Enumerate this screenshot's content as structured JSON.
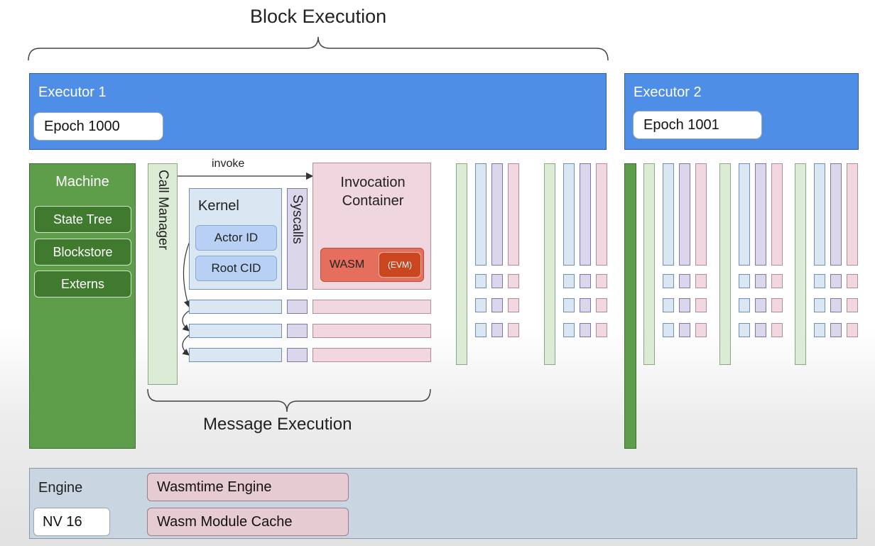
{
  "titles": {
    "block_execution": "Block Execution",
    "message_execution": "Message Execution"
  },
  "executor1": {
    "label": "Executor 1",
    "epoch": "Epoch 1000"
  },
  "executor2": {
    "label": "Executor 2",
    "epoch": "Epoch 1001"
  },
  "machine": {
    "label": "Machine",
    "items": [
      "State Tree",
      "Blockstore",
      "Externs"
    ]
  },
  "call_manager": {
    "label": "Call Manager"
  },
  "invoke_label": "invoke",
  "kernel": {
    "label": "Kernel",
    "items": [
      "Actor ID",
      "Root CID"
    ]
  },
  "syscalls": {
    "label": "Syscalls"
  },
  "invocation_container": {
    "label": "Invocation Container",
    "wasm": "WASM",
    "evm": "(EVM)"
  },
  "engine": {
    "label": "Engine",
    "version": "NV 16",
    "items": [
      "Wasmtime Engine",
      "Wasm Module Cache"
    ]
  },
  "colors": {
    "executor_blue": "#4f8ee6",
    "machine_green": "#5e9e4b",
    "kernel_blue": "#dbe6f3",
    "syscalls_purple": "#dcd6ea",
    "invocation_pink": "#efd6df",
    "wasm_red": "#e56f5c",
    "evm_dark_red": "#c9461f",
    "engine_slate": "#c9d5e0"
  }
}
